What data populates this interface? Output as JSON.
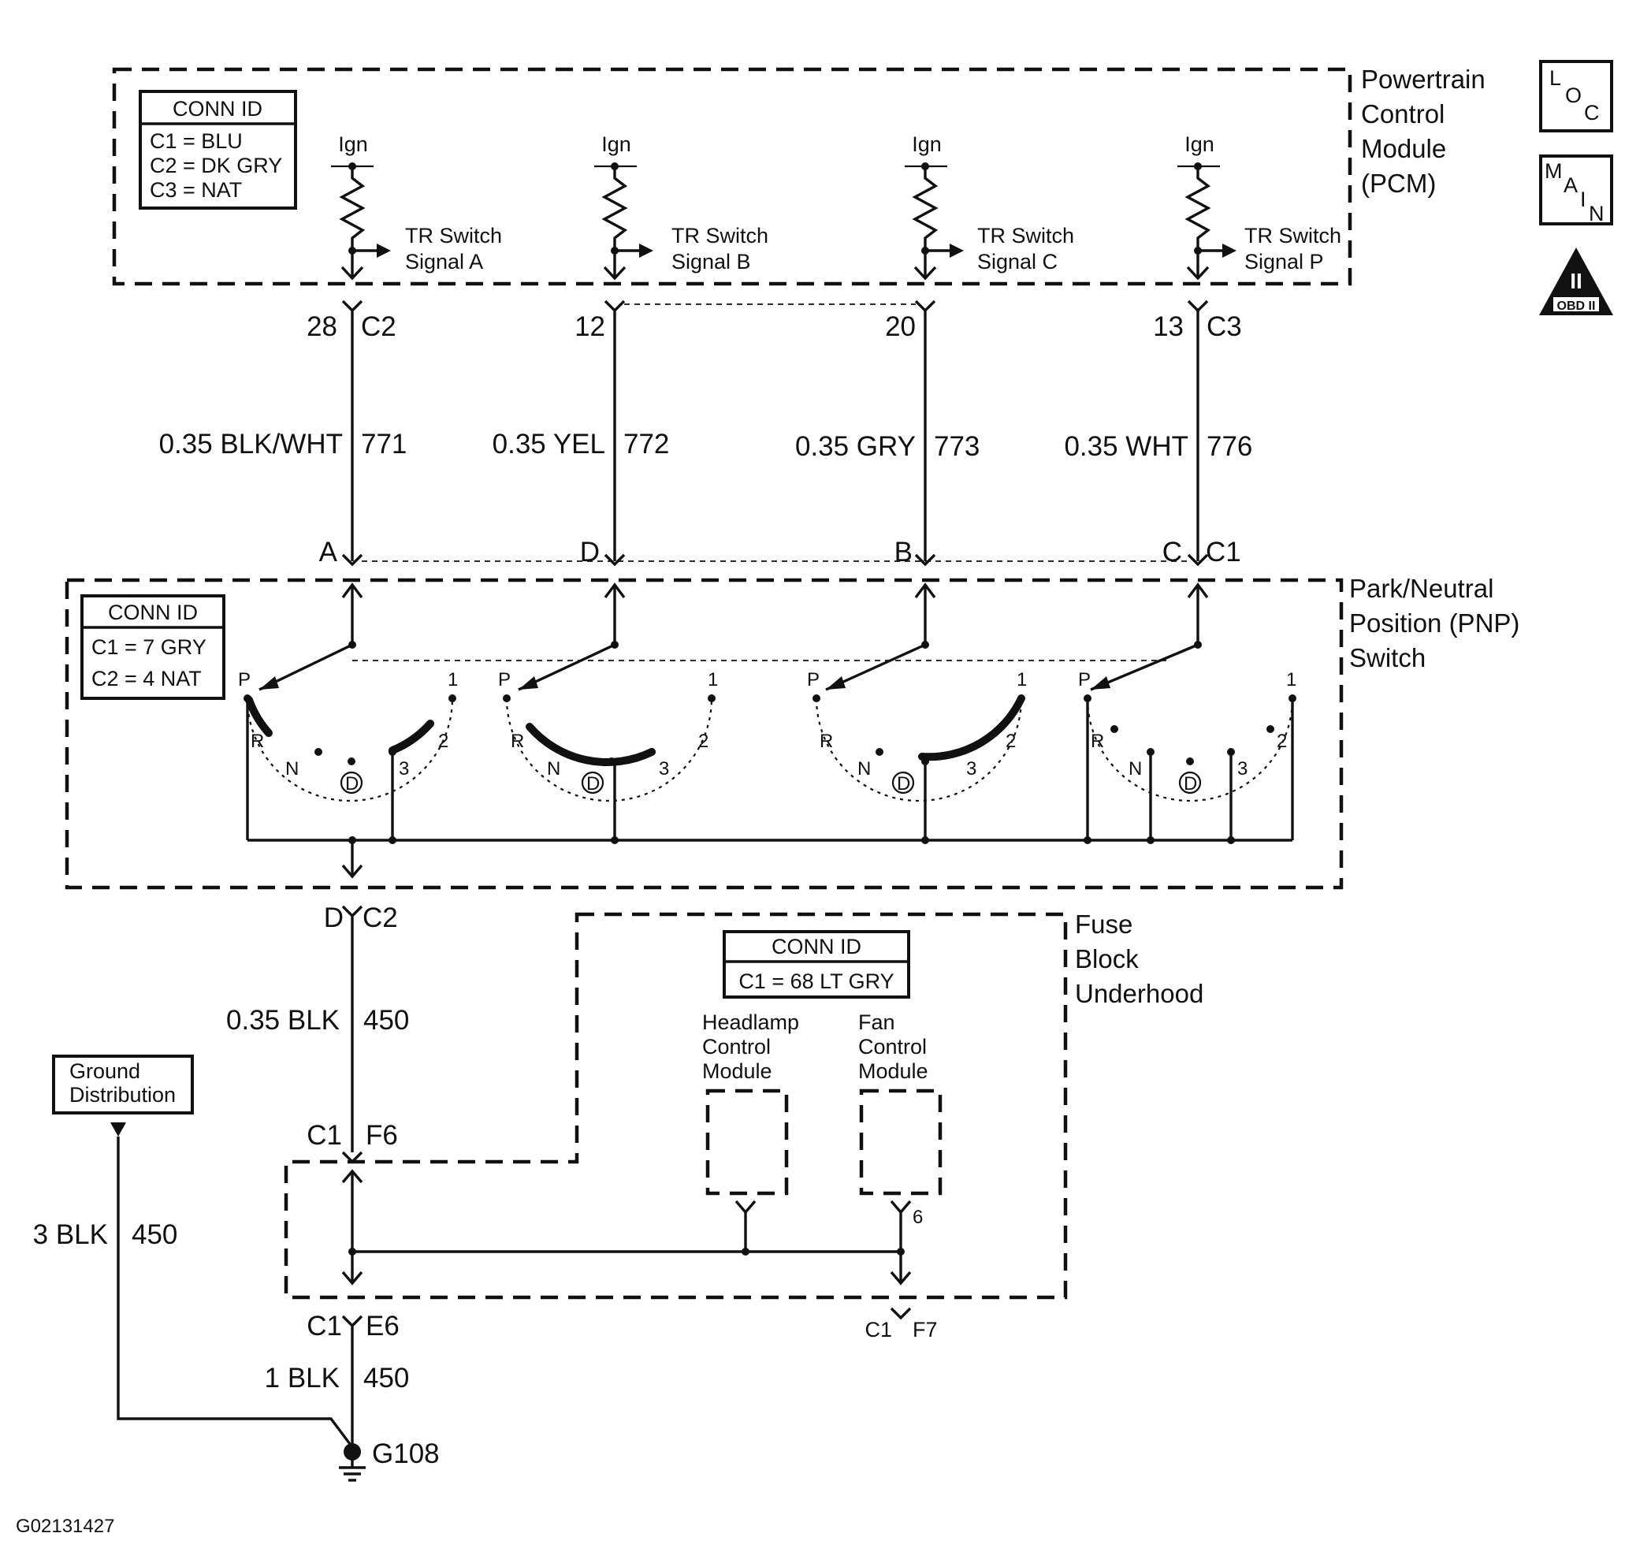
{
  "pcm": {
    "title_lines": [
      "Powertrain",
      "Control",
      "Module",
      "(PCM)"
    ],
    "conn_id": {
      "header": "CONN ID",
      "rows": [
        "C1 = BLU",
        "C2 = DK GRY",
        "C3 = NAT"
      ]
    },
    "ign_label": "Ign",
    "signals": [
      {
        "line1": "TR Switch",
        "line2": "Signal A"
      },
      {
        "line1": "TR Switch",
        "line2": "Signal B"
      },
      {
        "line1": "TR Switch",
        "line2": "Signal C"
      },
      {
        "line1": "TR Switch",
        "line2": "Signal P"
      }
    ]
  },
  "icons": {
    "loc": [
      "L",
      "O",
      "C"
    ],
    "main": [
      "M",
      "A",
      "I",
      "N"
    ],
    "obd_roman": "II",
    "obd_text": "OBD II"
  },
  "pcm_pins": [
    {
      "pin": "28",
      "conn": "C2"
    },
    {
      "pin": "12",
      "conn": ""
    },
    {
      "pin": "20",
      "conn": ""
    },
    {
      "pin": "13",
      "conn": "C3"
    }
  ],
  "wires": [
    {
      "spec": "0.35 BLK/WHT",
      "circuit": "771"
    },
    {
      "spec": "0.35 YEL",
      "circuit": "772"
    },
    {
      "spec": "0.35 GRY",
      "circuit": "773"
    },
    {
      "spec": "0.35 WHT",
      "circuit": "776"
    }
  ],
  "pnp_pins": [
    {
      "pin": "A",
      "conn": ""
    },
    {
      "pin": "D",
      "conn": ""
    },
    {
      "pin": "B",
      "conn": ""
    },
    {
      "pin": "C",
      "conn": "C1"
    }
  ],
  "pnp": {
    "title_lines": [
      "Park/Neutral",
      "Position (PNP)",
      "Switch"
    ],
    "conn_id": {
      "header": "CONN ID",
      "rows": [
        "C1 = 7 GRY",
        "C2 = 4 NAT"
      ]
    },
    "positions": {
      "p": "P",
      "r": "R",
      "n": "N",
      "d": "D",
      "three": "3",
      "two": "2",
      "one": "1"
    }
  },
  "pnp_ground": {
    "pin": "D",
    "conn": "C2",
    "spec": "0.35 BLK",
    "circuit": "450"
  },
  "fuse_block": {
    "title_lines": [
      "Fuse",
      "Block",
      "Underhood"
    ],
    "conn_id": {
      "header": "CONN ID",
      "rows": [
        "C1 = 68 LT GRY"
      ]
    },
    "headlamp_lines": [
      "Headlamp",
      "Control",
      "Module"
    ],
    "fan_lines": [
      "Fan",
      "Control",
      "Module"
    ],
    "fan_pin": "6",
    "in_conn": "C1",
    "in_pin": "F6",
    "out_conn": "C1",
    "out_pin": "E6",
    "fan_out_conn": "C1",
    "fan_out_pin": "F7"
  },
  "ground_dist": {
    "lines": [
      "Ground",
      "Distribution"
    ],
    "spec": "3 BLK",
    "circuit": "450"
  },
  "ground_wire": {
    "spec": "1 BLK",
    "circuit": "450"
  },
  "ground_point": "G108",
  "figure_id": "G02131427"
}
